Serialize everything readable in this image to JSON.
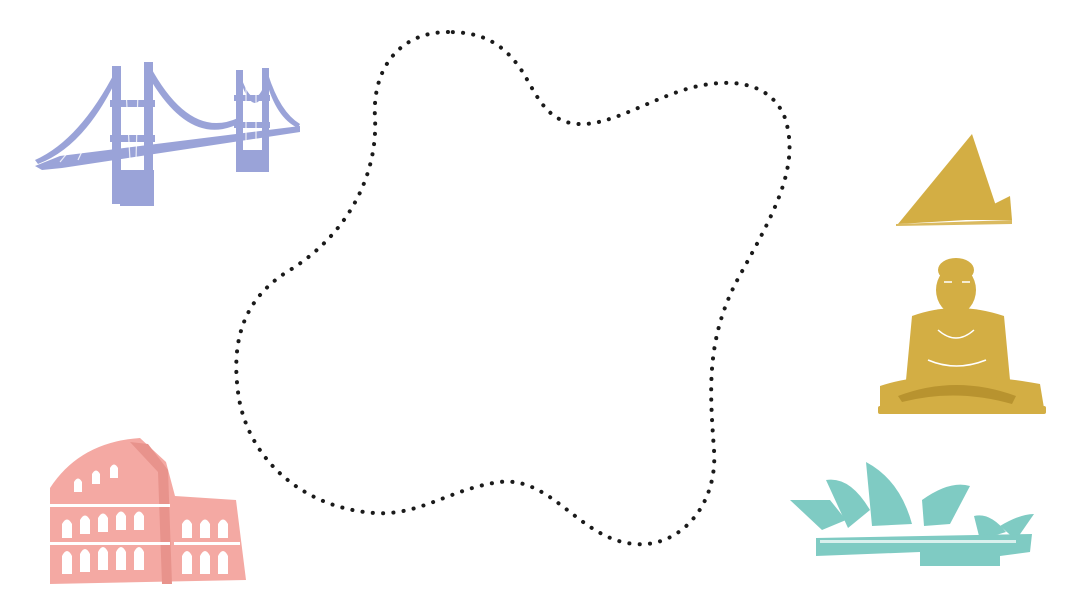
{
  "canvas": {
    "background": "#ffffff"
  },
  "frame": {
    "style": "dotted-blob-outline",
    "dot_color": "#1a1a1a"
  },
  "illustrations": [
    {
      "name": "golden-gate-bridge",
      "color": "#9aa3d8"
    },
    {
      "name": "egyptian-pyramids",
      "color": "#d3ae44"
    },
    {
      "name": "seated-buddha-statue",
      "color": "#d3ae44"
    },
    {
      "name": "roman-colosseum",
      "color": "#f4a9a3"
    },
    {
      "name": "sydney-opera-house",
      "color": "#7fcbc3"
    }
  ]
}
